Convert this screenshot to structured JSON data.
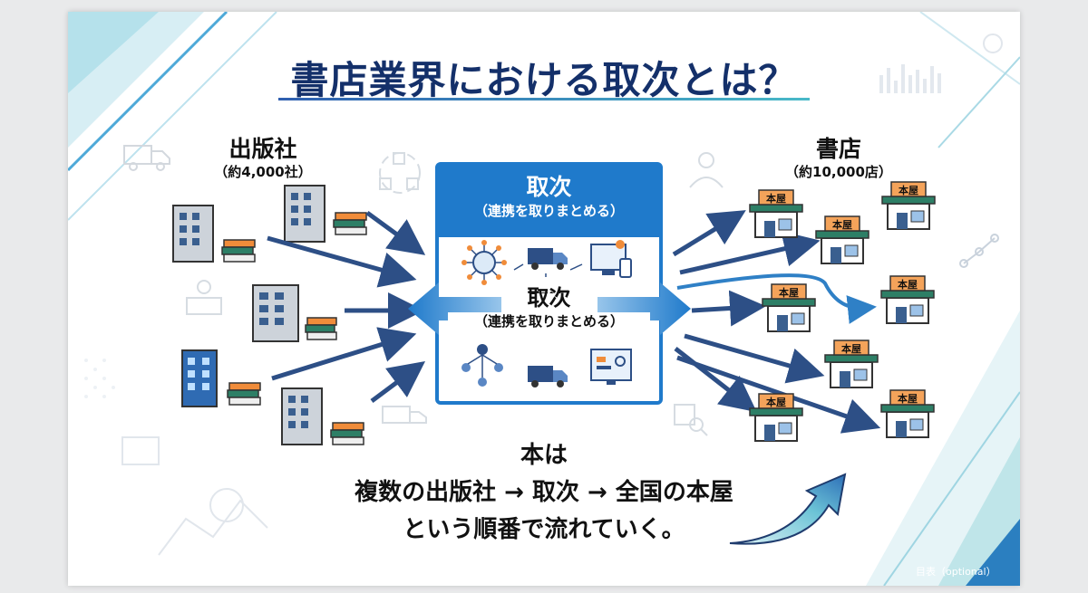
{
  "title": "書店業界における取次とは？",
  "publishers": {
    "label": "出版社",
    "count": "（約4,000社）"
  },
  "bookstores": {
    "label": "書店",
    "count": "（約10,000店）",
    "store_sign": "本屋"
  },
  "distributor": {
    "label": "取次",
    "sub": "（連携を取りまとめる）",
    "inner_label": "取次",
    "inner_sub": "（連携を取りまとめる）"
  },
  "bottom": {
    "line1": "本は",
    "line2": "複数の出版社 → 取次 → 全国の本屋",
    "line3": "という順番で流れていく。"
  },
  "footer": "目表（optional）",
  "colors": {
    "title": "#14306a",
    "panel": "#1f7acb",
    "arrow": "#2d4f86",
    "accent_teal": "#48b9c8",
    "awning_green": "#2d7f66",
    "sign_orange": "#f08c3a"
  },
  "icons": [
    "building-icon",
    "book-stack-icon",
    "bookstore-icon",
    "network-icon",
    "truck-icon",
    "computer-icon",
    "people-flow-icon",
    "dashboard-icon",
    "trend-arrow-icon"
  ]
}
